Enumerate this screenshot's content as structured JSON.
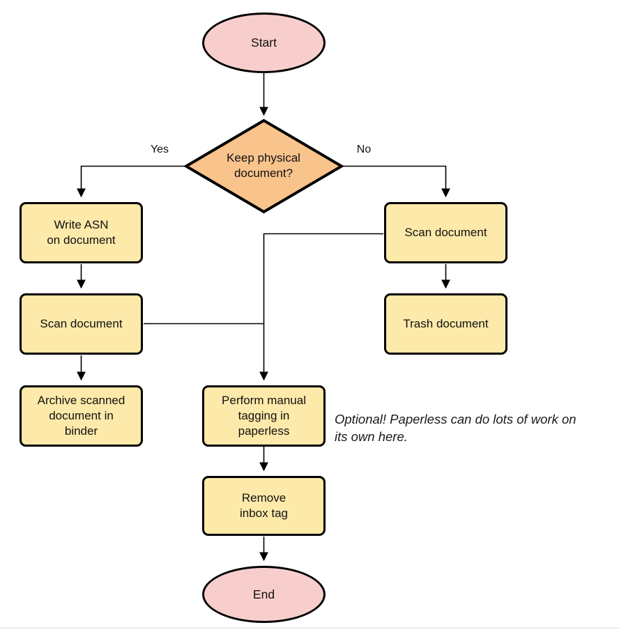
{
  "nodes": {
    "start": {
      "shape": "ellipse",
      "label": "Start"
    },
    "decision": {
      "shape": "diamond",
      "label": "Keep physical\ndocument?"
    },
    "write_asn": {
      "shape": "process",
      "label": "Write ASN\non document"
    },
    "scan_after_asn": {
      "shape": "process",
      "label": "Scan document"
    },
    "archive": {
      "shape": "process",
      "label": "Archive scanned\ndocument in\nbinder"
    },
    "scan_no_keep": {
      "shape": "process",
      "label": "Scan document"
    },
    "trash": {
      "shape": "process",
      "label": "Trash document"
    },
    "manual_tagging": {
      "shape": "process",
      "label": "Perform manual\ntagging in\npaperless"
    },
    "remove_inbox_tag": {
      "shape": "process",
      "label": "Remove\ninbox tag"
    },
    "end": {
      "shape": "ellipse",
      "label": "End"
    }
  },
  "edge_labels": {
    "yes": "Yes",
    "no": "No"
  },
  "annotation": {
    "text": "Optional! Paperless can do lots of work on\nits own here."
  },
  "colors": {
    "terminal_fill": "#f8cecd",
    "decision_fill": "#f9c38c",
    "process_fill": "#fde9a9",
    "stroke": "#000000",
    "text": "#111111",
    "bottom_rule": "#efecef"
  }
}
